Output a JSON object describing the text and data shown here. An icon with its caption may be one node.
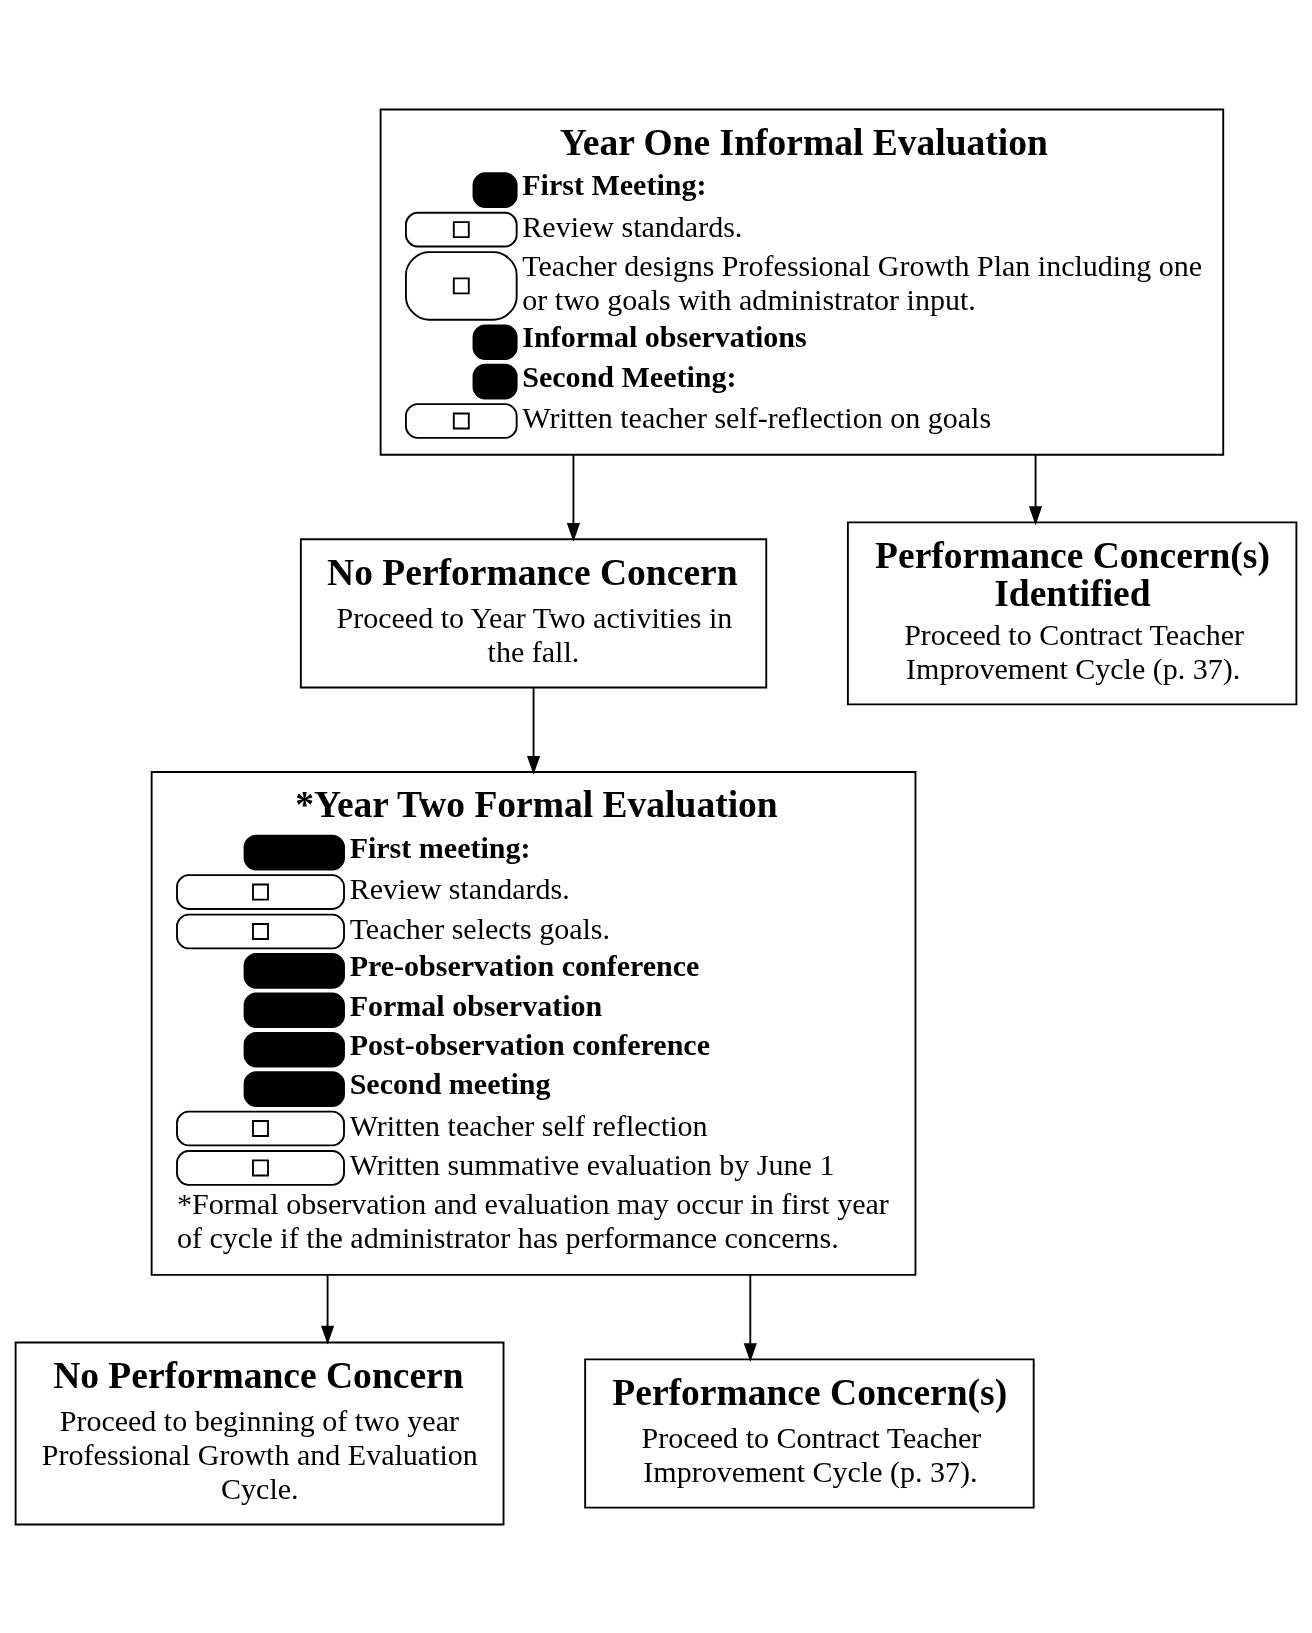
{
  "diagram": {
    "nodes": [
      {
        "text": [
          "Year One Informal Evaluation",
          "First Meeting:",
          "Review standards.",
          "Teacher designs Professional Growth Plan including one or two goals with administrator input.",
          "Informal observations",
          "Second Meeting:",
          "Written teacher self-reflection on goals"
        ]
      },
      {
        "text": [
          "No Performance Concern",
          "Proceed to Year Two activities in the fall."
        ]
      },
      {
        "text": [
          "Performance Concern(s) Identified",
          "Proceed to Contract Teacher Improvement Cycle (p. 37)."
        ]
      },
      {
        "text": [
          "*Year Two Formal Evaluation",
          "First meeting:",
          "Review standards.",
          "Teacher selects goals.",
          "Pre-observation conference",
          "Formal observation",
          "Post-observation conference",
          "Second meeting",
          "Written teacher self reflection",
          "Written summative evaluation by June 1",
          "*Formal observation and evaluation may occur in first year of cycle if the administrator has performance concerns."
        ]
      },
      {
        "text": [
          "No Performance Concern",
          "Proceed to beginning of two year Professional Growth and Evaluation Cycle."
        ]
      },
      {
        "text": [
          "Performance Concern(s)",
          "Proceed to Contract Teacher Improvement Cycle (p. 37)."
        ]
      }
    ],
    "edges": [
      {
        "from": 0,
        "to": 1,
        "arrow": "to"
      },
      {
        "from": 0,
        "to": 2,
        "arrow": "to"
      },
      {
        "from": 1,
        "to": 3,
        "arrow": "to"
      },
      {
        "from": 3,
        "to": 4,
        "arrow": "to"
      },
      {
        "from": 3,
        "to": 5,
        "arrow": "to"
      }
    ]
  }
}
